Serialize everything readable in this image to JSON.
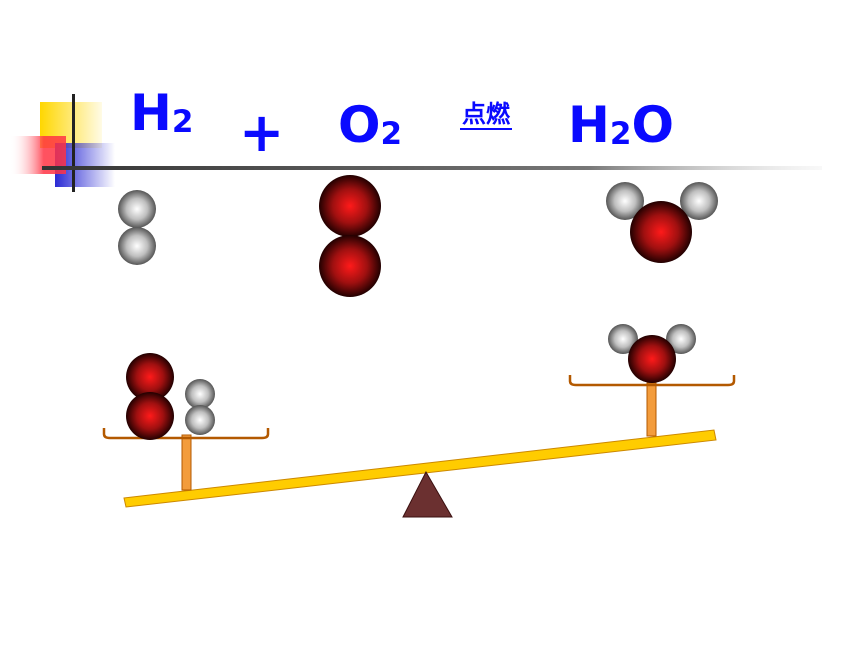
{
  "equation": {
    "reactant1": {
      "symbol": "H",
      "subscript": "2"
    },
    "plus": "+",
    "reactant2": {
      "symbol": "O",
      "subscript": "2"
    },
    "condition": "点燃",
    "product": {
      "symbol1": "H",
      "subscript": "2",
      "symbol2": "O"
    }
  },
  "colors": {
    "text_blue": "#0a0aff",
    "oxygen_red": "#ff1a1a",
    "hydrogen_gray": "#bfbfbf",
    "beam_yellow": "#ffcc00",
    "beam_edge": "#cc8800",
    "pan_edge": "#b35900",
    "post_orange": "#f39c3c",
    "fulcrum_brown": "#6b3030",
    "deco_yellow": "#ffd700",
    "deco_blue": "#2a2ad4",
    "deco_red": "#ff3344"
  },
  "balance": {
    "left_pan": [
      "oxygen",
      "oxygen",
      "hydrogen",
      "hydrogen"
    ],
    "right_pan": [
      "water"
    ],
    "tilt": "left-down"
  }
}
